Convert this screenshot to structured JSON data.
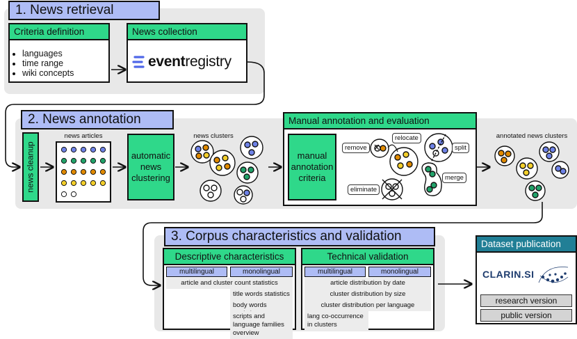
{
  "section1": {
    "title": "1. News retrieval",
    "criteria": {
      "heading": "Criteria definition",
      "items": [
        "languages",
        "time range",
        "wiki concepts"
      ]
    },
    "collection": {
      "heading": "News collection",
      "logo_bold": "event",
      "logo_light": "registry"
    }
  },
  "section2": {
    "title": "2. News annotation",
    "cleanup": "news cleanup",
    "articles_label": "news articles",
    "clustering": "automatic news clustering",
    "clusters_label": "news clusters",
    "manual": {
      "heading": "Manual annotation and evaluation",
      "criteria": "manual annotation criteria",
      "ops": {
        "remove": "remove",
        "relocate": "relocate",
        "split": "split",
        "merge": "merge",
        "eliminate": "eliminate"
      }
    },
    "annotated_label": "annotated news clusters"
  },
  "section3": {
    "title": "3. Corpus characteristics and validation",
    "descriptive": {
      "heading": "Descriptive characteristics",
      "tag1": "multilingual",
      "tag2": "monolingual",
      "stats": [
        "article and cluster count statistics",
        "title words statistics",
        "body words statistics",
        "scripts and language families overview"
      ]
    },
    "technical": {
      "heading": "Technical validation",
      "tag1": "multilingual",
      "tag2": "monolingual",
      "stats": [
        "article distribution by date",
        "cluster distribution by size",
        "cluster distribution per language",
        "lang co-occurrence in clusters"
      ]
    }
  },
  "publication": {
    "heading": "Dataset publication",
    "logo": "CLARIN.SI",
    "versions": [
      "research version",
      "public version"
    ]
  },
  "colors": {
    "green": "#2fd88a",
    "blue": "#aebcf5",
    "teal": "#217f96",
    "dot_blue": "#6e82e6",
    "dot_green": "#22a36a",
    "dot_orange": "#e08a00",
    "dot_yellow": "#f3cf2b",
    "dot_white": "#ffffff"
  }
}
